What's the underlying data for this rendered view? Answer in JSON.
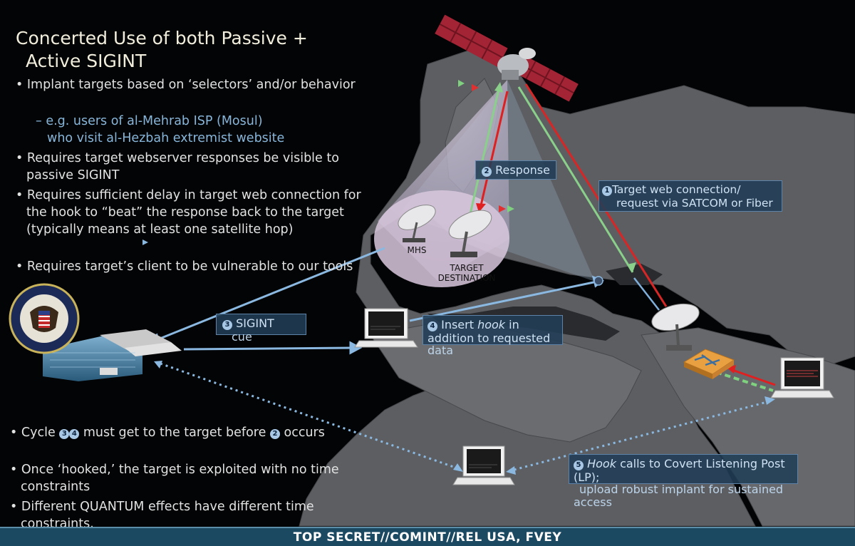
{
  "title_lines": [
    "Concerted Use of both Passive +",
    "Active SIGINT"
  ],
  "bullets_top": [
    "Implant targets based on ‘selectors’ and/or behavior",
    "Requires target webserver responses be visible to passive SIGINT",
    "Requires sufficient delay in target web connection for the hook to “beat” the response back to the target (typically means at least one satellite hop)",
    "Requires target’s client to be vulnerable to our tools"
  ],
  "sub_bullet": [
    "– e.g. users of al-Mehrab ISP (Mosul)",
    "who visit al-Hezbah extremist website"
  ],
  "bullets_bottom": {
    "cycle_prefix": "Cycle",
    "cycle_suffix": "must get to the target before",
    "cycle_end": "occurs",
    "once": "Once ‘hooked,’ the target is exploited with no time constraints",
    "different": "Different QUANTUM effects have different time constraints."
  },
  "step_numbers": {
    "one": "1",
    "two": "2",
    "three": "3",
    "four": "4",
    "five": "5"
  },
  "callouts": {
    "response": "Response",
    "target_conn_line1": "Target web connection/",
    "target_conn_line2": "request via SATCOM or Fiber",
    "sigint": "SIGINT",
    "cue": "cue",
    "insert_pre": "Insert",
    "insert_hook": "hook",
    "insert_post": "in",
    "insert_line2": "addition to requested",
    "insert_line3": "data",
    "hook_calls_hook": "Hook",
    "hook_calls_rest": "calls to Covert Listening Post",
    "hook_calls_lp": "(LP);",
    "upload_line1": "upload robust implant for sustained",
    "upload_line2": "access"
  },
  "labels": {
    "mhs": "MHS",
    "target_line1": "TARGET",
    "target_line2": "DESTINATION"
  },
  "classification": "TOP SECRET//COMINT//REL USA, FVEY",
  "colors": {
    "red_arrow": "#e02020",
    "green_arrow": "#8fd08f",
    "blue_arrow": "#8ab8e0",
    "callout_bg": "#213e56",
    "footer_bg": "#1c4962"
  }
}
